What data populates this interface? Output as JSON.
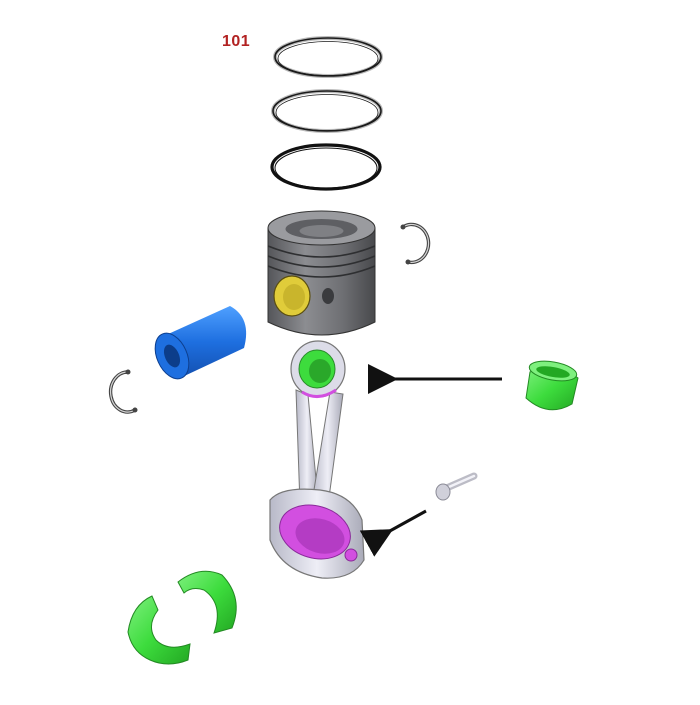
{
  "diagram": {
    "callout_number": "101",
    "colors": {
      "callout_text": "#b22222",
      "ring_stroke": "#1a1a1a",
      "piston_body": "#7a7b7e",
      "piston_dark": "#4a4b4e",
      "pin_bore": "#e0cc3a",
      "piston_pin": "#1e6fe0",
      "small_end_bushing": "#3ddc3d",
      "bearing_shell": "#3ddc3d",
      "rod_body": "#d8d9e6",
      "rod_accent": "#d24fe0",
      "arrow": "#111111"
    },
    "parts": [
      {
        "name": "piston-ring-top"
      },
      {
        "name": "piston-ring-middle"
      },
      {
        "name": "piston-ring-oil"
      },
      {
        "name": "piston"
      },
      {
        "name": "piston-pin"
      },
      {
        "name": "snap-ring-right"
      },
      {
        "name": "snap-ring-left"
      },
      {
        "name": "connecting-rod"
      },
      {
        "name": "small-end-bushing"
      },
      {
        "name": "rod-bolt"
      },
      {
        "name": "bearing-shells"
      }
    ]
  }
}
